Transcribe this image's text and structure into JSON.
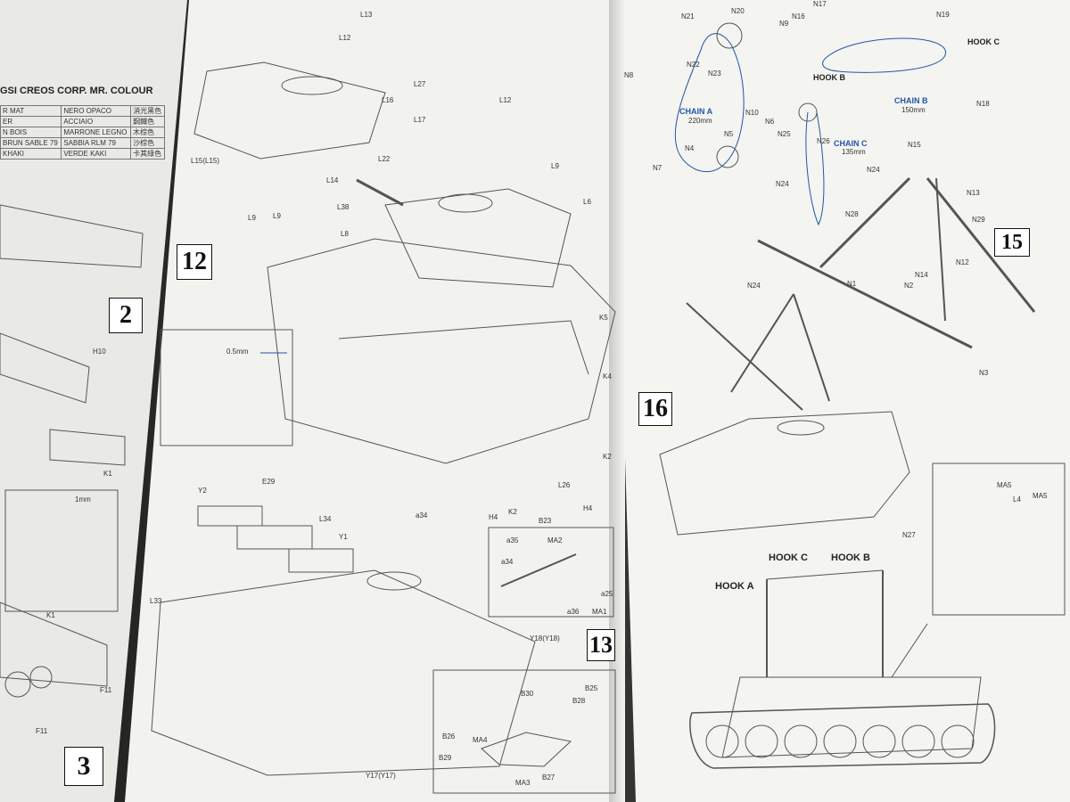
{
  "manual": {
    "brand_heading": "GSI CREOS CORP. MR. COLOUR",
    "paint_table": [
      {
        "name": "R MAT",
        "fr": "NERO OPACO",
        "cn": "消光黑色"
      },
      {
        "name": "ER",
        "fr": "ACCIAIO",
        "cn": "鋼鐵色"
      },
      {
        "name": "N BOIS",
        "fr": "MARRONE LEGNO",
        "cn": "木棕色"
      },
      {
        "name": "BRUN SABLE 79",
        "fr": "SABBIA RLM 79",
        "cn": "沙棕色"
      },
      {
        "name": "KHAKI",
        "fr": "VERDE KAKI",
        "cn": "卡其綠色"
      }
    ],
    "steps": [
      "12",
      "13",
      "15",
      "16",
      "2",
      "3"
    ],
    "chains": [
      {
        "name": "CHAIN A",
        "length": "220mm"
      },
      {
        "name": "CHAIN B",
        "length": "150mm"
      },
      {
        "name": "CHAIN C",
        "length": "135mm"
      }
    ],
    "hooks": {
      "a": "HOOK A",
      "b": "HOOK B",
      "c": "HOOK C"
    },
    "dimensions": {
      "gap": "0.5mm",
      "drill": "1mm"
    },
    "parts": {
      "left_page": [
        "H10",
        "K1",
        "K1",
        "F11",
        "F11"
      ],
      "middle_page": [
        "L13",
        "L12",
        "L12",
        "L16",
        "L27",
        "L17",
        "L15(L15)",
        "L22",
        "L14",
        "L38",
        "L8",
        "L9",
        "L9",
        "L6",
        "L9",
        "K5",
        "K4",
        "K2",
        "H4",
        "K2",
        "L26",
        "B23",
        "H4",
        "Y2",
        "E29",
        "L34",
        "Y1",
        "L33",
        "a34",
        "a35",
        "MA2",
        "a34",
        "a25",
        "a36",
        "MA1",
        "Y18(Y18)",
        "B30",
        "B25",
        "B28",
        "B26",
        "MA4",
        "B29",
        "MA3",
        "B27",
        "Y17(Y17)"
      ],
      "right_page": [
        "N21",
        "N20",
        "N9",
        "N16",
        "N17",
        "N19",
        "N8",
        "N22",
        "N23",
        "N10",
        "N6",
        "N25",
        "N26",
        "N18",
        "N4",
        "N5",
        "N7",
        "N24",
        "N15",
        "N13",
        "N24",
        "N28",
        "N29",
        "N14",
        "N12",
        "N24",
        "N1",
        "N2",
        "N3",
        "N27",
        "MA5",
        "L4",
        "MA5"
      ]
    }
  },
  "colors": {
    "background": "#262422",
    "paper": "#f2f2ee",
    "accent_blue": "#2156a8",
    "line": "#555555"
  }
}
